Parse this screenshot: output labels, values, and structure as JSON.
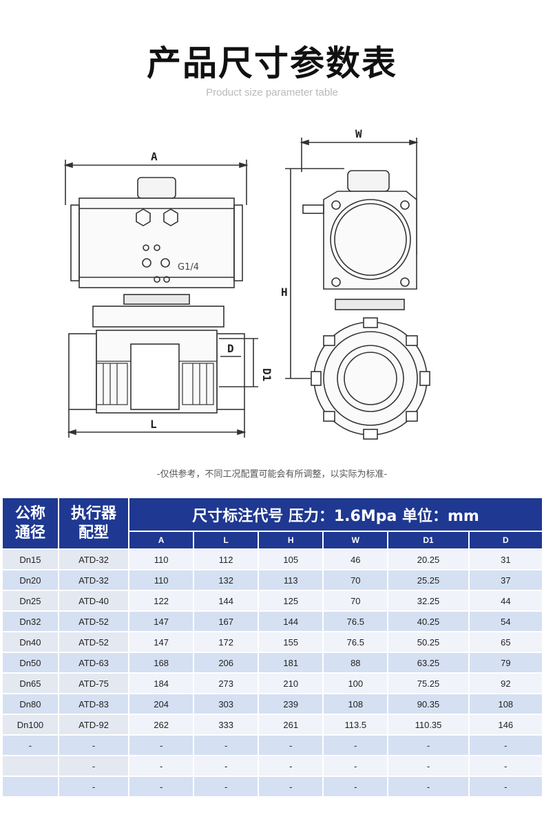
{
  "header": {
    "title": "产品尺寸参数表",
    "subtitle": "Product size parameter table"
  },
  "drawing": {
    "labels": {
      "A": "A",
      "W": "W",
      "H": "H",
      "L": "L",
      "D": "D",
      "D1": "D1",
      "port": "G1/4"
    }
  },
  "note": "-仅供参考，不同工况配置可能会有所调整，以实际为标准-",
  "table": {
    "col1_header": [
      "公称",
      "通径"
    ],
    "col2_header": [
      "执行器",
      "配型"
    ],
    "group_header": "尺寸标注代号 压力：1.6Mpa 单位：mm",
    "columns": [
      "A",
      "L",
      "H",
      "W",
      "D1",
      "D"
    ],
    "rows": [
      [
        "Dn15",
        "ATD-32",
        "110",
        "112",
        "105",
        "46",
        "20.25",
        "31"
      ],
      [
        "Dn20",
        "ATD-32",
        "110",
        "132",
        "113",
        "70",
        "25.25",
        "37"
      ],
      [
        "Dn25",
        "ATD-40",
        "122",
        "144",
        "125",
        "70",
        "32.25",
        "44"
      ],
      [
        "Dn32",
        "ATD-52",
        "147",
        "167",
        "144",
        "76.5",
        "40.25",
        "54"
      ],
      [
        "Dn40",
        "ATD-52",
        "147",
        "172",
        "155",
        "76.5",
        "50.25",
        "65"
      ],
      [
        "Dn50",
        "ATD-63",
        "168",
        "206",
        "181",
        "88",
        "63.25",
        "79"
      ],
      [
        "Dn65",
        "ATD-75",
        "184",
        "273",
        "210",
        "100",
        "75.25",
        "92"
      ],
      [
        "Dn80",
        "ATD-83",
        "204",
        "303",
        "239",
        "108",
        "90.35",
        "108"
      ],
      [
        "Dn100",
        "ATD-92",
        "262",
        "333",
        "261",
        "113.5",
        "110.35",
        "146"
      ],
      [
        "-",
        "-",
        "-",
        "-",
        "-",
        "-",
        "-",
        "-"
      ],
      [
        "",
        "-",
        "-",
        "-",
        "-",
        "-",
        "-",
        "-"
      ],
      [
        "",
        "-",
        "-",
        "-",
        "-",
        "-",
        "-",
        "-"
      ]
    ]
  },
  "colors": {
    "header_blue": "#1f3891",
    "row_light": "#f0f3f9",
    "row_dark": "#d5e0f2"
  }
}
